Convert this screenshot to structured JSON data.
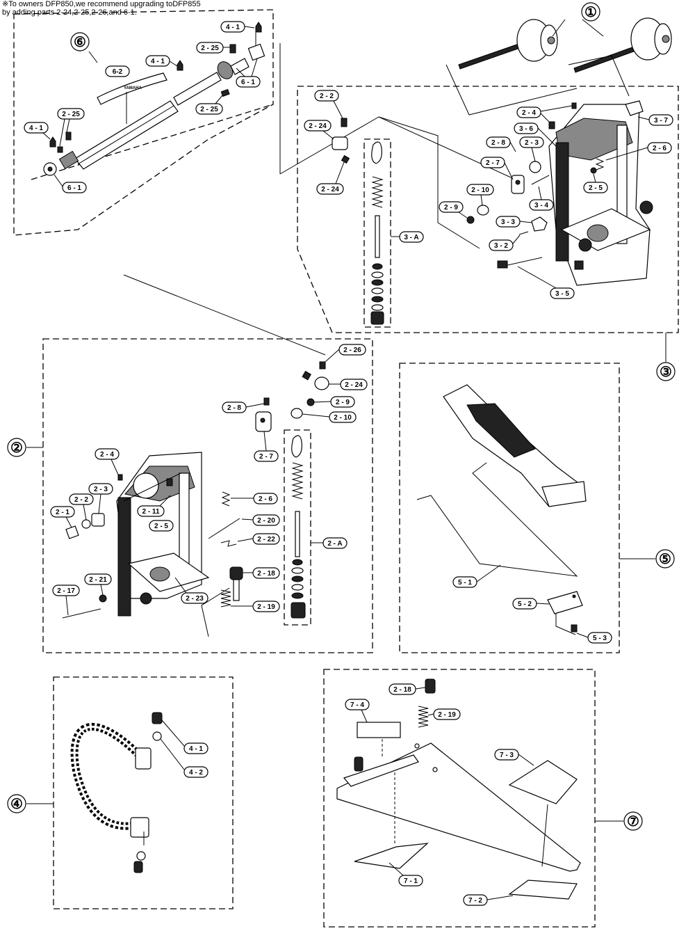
{
  "note": {
    "line1": "※To owners DFP850,we recommend upgrading toDFP855",
    "line2": "by adding parts 2-24,2-25,2-26,and 6-1."
  },
  "groups": {
    "g1": "①",
    "g2": "②",
    "g3": "③",
    "g4": "④",
    "g5": "⑤",
    "g6": "⑥",
    "g7": "⑦"
  },
  "labels": {
    "s6_4_1a": "4 - 1",
    "s6_2_25a": "2 - 25",
    "s6_6_2": "6-2",
    "s6_4_1b": "4 - 1",
    "s6_6_1a": "6 - 1",
    "s6_2_25b": "2 - 25",
    "s6_2_25c": "2 - 25",
    "s6_4_1c": "4 - 1",
    "s6_6_1b": "6 - 1",
    "s6_brand": "YAMAHA",
    "s3_2_2": "2 - 2",
    "s3_2_24a": "2 - 24",
    "s3_2_24b": "2 - 24",
    "s3_3_A": "3 - A",
    "s3_2_4": "2 - 4",
    "s3_3_7": "3 - 7",
    "s3_3_6": "3 - 6",
    "s3_2_8": "2 - 8",
    "s3_2_3": "2 - 3",
    "s3_2_6": "2 - 6",
    "s3_2_7": "2 - 7",
    "s3_2_5": "2 - 5",
    "s3_2_10": "2 - 10",
    "s3_2_9": "2 - 9",
    "s3_3_4": "3 - 4",
    "s3_3_3": "3 - 3",
    "s3_3_2": "3 - 2",
    "s3_3_5": "3 - 5",
    "s2_2_26": "2 - 26",
    "s2_2_24": "2 - 24",
    "s2_2_8": "2 - 8",
    "s2_2_9": "2 - 9",
    "s2_2_10": "2 - 10",
    "s2_2_7": "2 - 7",
    "s2_2_4": "2 - 4",
    "s2_2_3": "2 - 3",
    "s2_2_2": "2 - 2",
    "s2_2_1": "2 - 1",
    "s2_2_11": "2 - 11",
    "s2_2_5": "2 - 5",
    "s2_2_6": "2 - 6",
    "s2_2_20": "2 - 20",
    "s2_2_22": "2 - 22",
    "s2_2_A": "2 - A",
    "s2_2_21": "2 - 21",
    "s2_2_17": "2 - 17",
    "s2_2_23": "2 - 23",
    "s2_2_18": "2 - 18",
    "s2_2_19": "2 - 19",
    "s5_5_1": "5 - 1",
    "s5_5_2": "5 - 2",
    "s5_5_3": "5 - 3",
    "s4_4_1": "4 - 1",
    "s4_4_2": "4 - 2",
    "s7_2_18": "2 - 18",
    "s7_7_4": "7 - 4",
    "s7_2_19": "2 - 19",
    "s7_7_3": "7 - 3",
    "s7_7_1": "7 - 1",
    "s7_7_2": "7 - 2"
  }
}
